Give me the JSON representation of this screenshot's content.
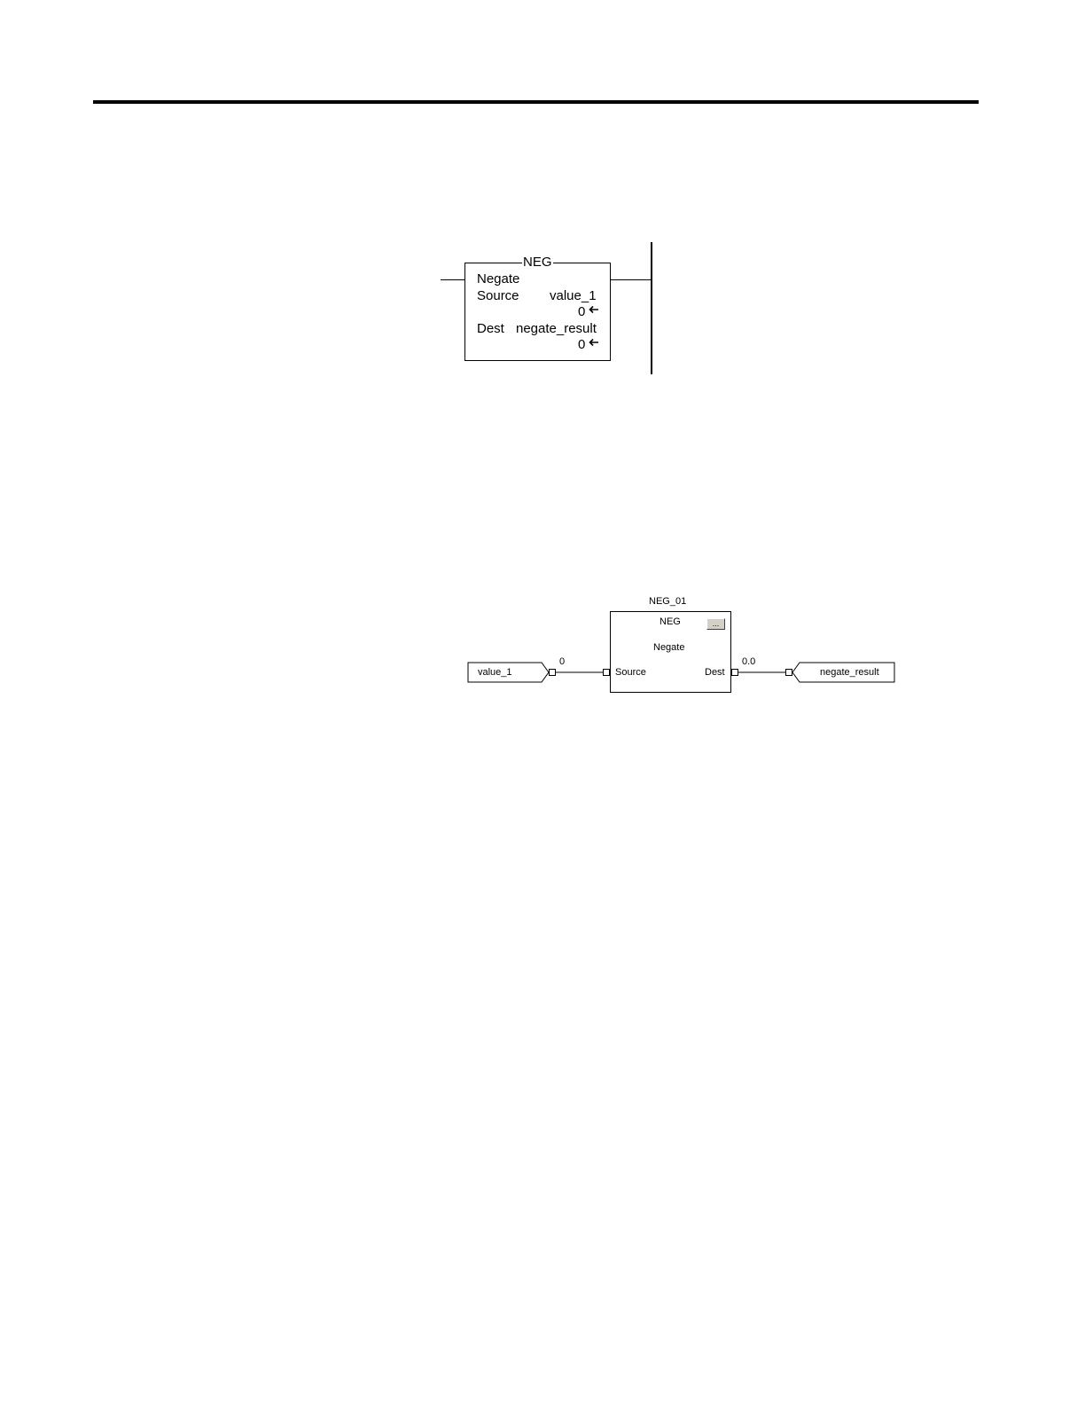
{
  "ladder": {
    "instruction": "NEG",
    "title": "Negate",
    "source_label": "Source",
    "source_tag": "value_1",
    "source_value": "0",
    "dest_label": "Dest",
    "dest_tag": "negate_result",
    "dest_value": "0"
  },
  "fbd": {
    "block_name": "NEG_01",
    "instruction": "NEG",
    "title": "Negate",
    "ellipsis_label": "...",
    "input_pin": "Source",
    "output_pin": "Dest",
    "input_tag": "value_1",
    "input_value": "0",
    "output_value": "0.0",
    "output_tag": "negate_result"
  }
}
